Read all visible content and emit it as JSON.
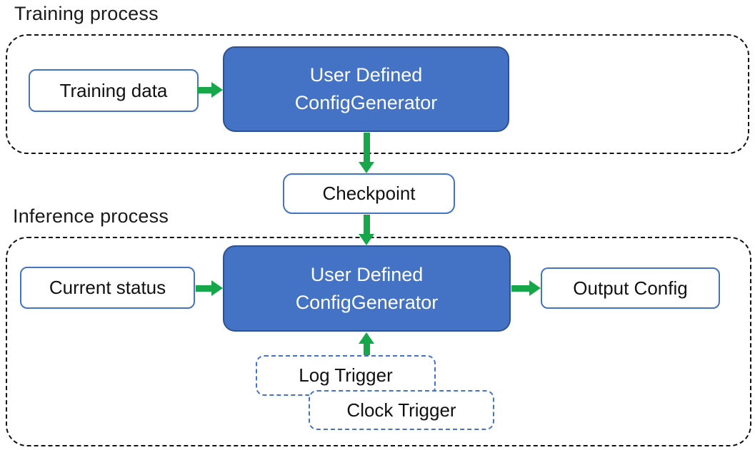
{
  "titles": {
    "training": "Training process",
    "inference": "Inference process"
  },
  "nodes": {
    "training_data": "Training data",
    "training_generator": {
      "line1": "User Defined",
      "line2": "ConfigGenerator"
    },
    "checkpoint": "Checkpoint",
    "current_status": "Current status",
    "inference_generator": {
      "line1": "User Defined",
      "line2": "ConfigGenerator"
    },
    "output_config": "Output Config",
    "log_trigger": "Log Trigger",
    "clock_trigger": "Clock Trigger"
  },
  "colors": {
    "node_fill": "#4472C4",
    "node_border_dark": "#2F528F",
    "white_box_border": "#4472C4",
    "trigger_dash_border": "#4472C4",
    "arrow_green": "#17A74B",
    "container_dash": "#111111",
    "text_dark": "#1a1a1a",
    "text_light": "#ffffff"
  }
}
